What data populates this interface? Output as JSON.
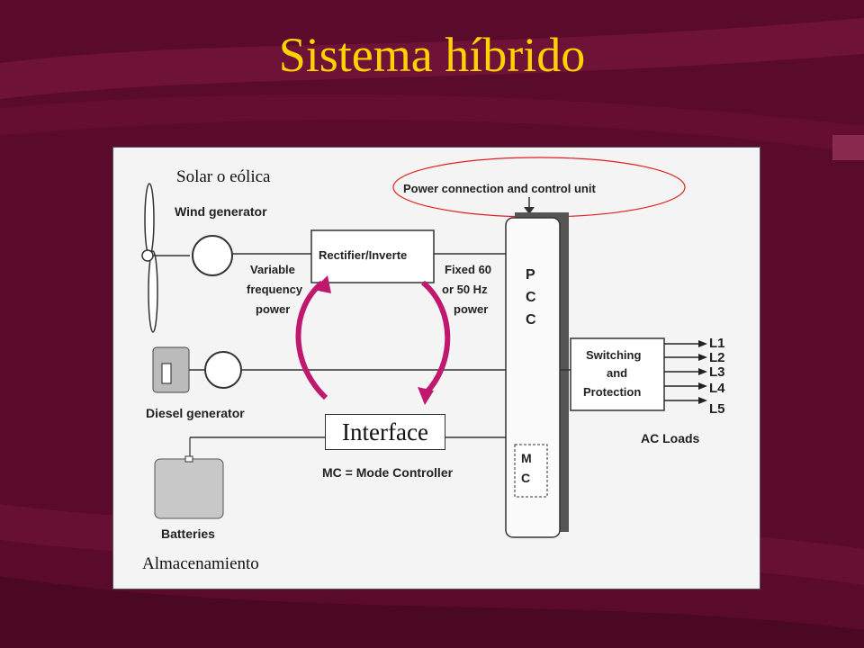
{
  "slide": {
    "title": "Sistema híbrido"
  },
  "diagram": {
    "annotations": {
      "source": "Solar o eólica",
      "storage": "Almacenamiento",
      "interface": "Interface"
    },
    "labels": {
      "wind_generator": "Wind generator",
      "diesel_generator": "Diesel generator",
      "batteries": "Batteries",
      "rectifier": "Rectifier/Inverte",
      "variable_1": "Variable",
      "variable_2": "frequency",
      "variable_3": "power",
      "fixed_1": "Fixed 60",
      "fixed_2": "or 50 Hz",
      "fixed_3": "power",
      "pccu": "Power connection and control unit",
      "pcc_p": "P",
      "pcc_c1": "C",
      "pcc_c2": "C",
      "mc_m": "M",
      "mc_c": "C",
      "switching_1": "Switching",
      "switching_2": "and",
      "switching_3": "Protection",
      "ac_loads": "AC Loads",
      "mode_controller": "MC = Mode Controller",
      "loads": [
        "L1",
        "L2",
        "L3",
        "L4",
        "L5"
      ]
    },
    "colors": {
      "background": "#5a0a2a",
      "title": "#ffd200",
      "arrow": "#c0186e",
      "highlight": "#e02020"
    }
  }
}
